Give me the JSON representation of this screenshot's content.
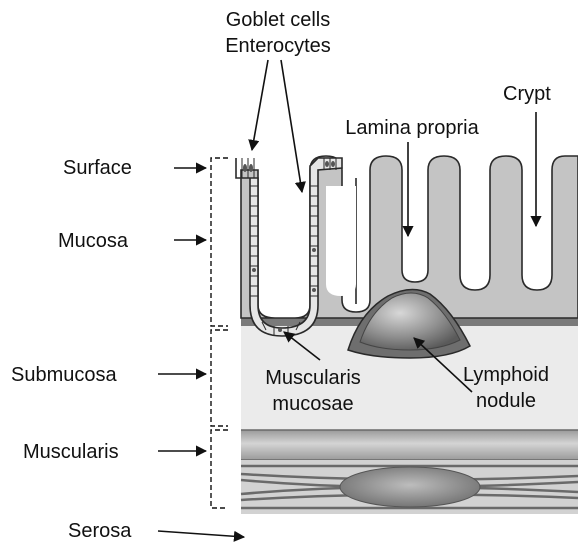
{
  "labels": {
    "goblet_cells": "Goblet cells",
    "enterocytes": "Enterocytes",
    "lamina_propria": "Lamina propria",
    "crypt": "Crypt",
    "surface": "Surface",
    "mucosa": "Mucosa",
    "submucosa": "Submucosa",
    "muscularis": "Muscularis",
    "serosa": "Serosa",
    "muscularis_mucosae_1": "Muscularis",
    "muscularis_mucosae_2": "mucosae",
    "lymphoid_nodule_1": "Lymphoid",
    "lymphoid_nodule_2": "nodule"
  },
  "colors": {
    "mucosa_fill": "#c4c4c4",
    "submucosa_fill": "#ebebeb",
    "muscularis_band": "#b0b0b0",
    "mucosae_line": "#7a7a7a",
    "outline": "#2a2a2a"
  }
}
